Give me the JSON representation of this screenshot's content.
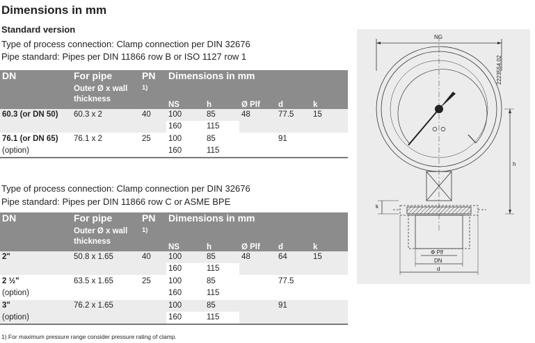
{
  "page": {
    "title": "Dimensions in mm",
    "subtitle": "Standard version"
  },
  "section1": {
    "connection": "Type of process connection: Clamp connection per DIN 32676",
    "pipe_standard": "Pipe standard: Pipes per DIN 11866 row B or ISO 1127 row 1",
    "header": {
      "dn": "DN",
      "for_pipe": "For pipe",
      "outer_wall": "Outer Ø x wall thickness",
      "pn": "PN",
      "pn_note": "1)",
      "dimensions": "Dimensions in mm",
      "ns": "NS",
      "h": "h",
      "plf": "Ø Plf",
      "d": "d",
      "k": "k"
    },
    "rows": [
      {
        "dn": "60.3 (or DN 50)",
        "pipe": "60.3 x 2",
        "pn": "40",
        "ns": "100",
        "h": "85",
        "plf": "48",
        "d": "77.5",
        "k": "15"
      },
      {
        "ns": "160",
        "h": "115"
      },
      {
        "dn": "76.1 (or DN 65)",
        "pipe": "76.1 x 2",
        "pn": "25",
        "ns": "100",
        "h": "85",
        "d": "91"
      },
      {
        "dn": "(option)",
        "ns": "160",
        "h": "115"
      }
    ]
  },
  "section2": {
    "connection": "Type of process connection: Clamp connection per DIN 32676",
    "pipe_standard": "Pipe standard: Pipes per DIN 11866 row C or ASME BPE",
    "header": {
      "dn": "DN",
      "for_pipe": "For pipe",
      "outer_wall": "Outer Ø x wall thickness",
      "pn": "PN",
      "pn_note": "1)",
      "dimensions": "Dimensions in mm",
      "ns": "NS",
      "h": "h",
      "plf": "Ø Plf",
      "d": "d",
      "k": "k"
    },
    "rows": [
      {
        "dn": "2\"",
        "pipe": "50.8 x 1.65",
        "pn": "40",
        "ns": "100",
        "h": "85",
        "plf": "48",
        "d": "64",
        "k": "15"
      },
      {
        "ns": "160",
        "h": "115"
      },
      {
        "dn": "2 ½\"",
        "pipe": "63.5 x 1.65",
        "pn": "25",
        "ns": "100",
        "h": "85",
        "d": "77.5"
      },
      {
        "dn": "(option)",
        "ns": "160",
        "h": "115"
      },
      {
        "dn": "3\"",
        "pipe": "76.2 x 1.65",
        "ns": "100",
        "h": "85",
        "d": "91"
      },
      {
        "dn": "(option)",
        "ns": "160",
        "h": "115"
      }
    ]
  },
  "footnote": "1) For maximum pressure range consider pressure rating of clamp.",
  "drawing": {
    "label_ng": "NG",
    "label_h": "h",
    "label_k": "k",
    "label_plf": "Φ Plf",
    "label_dn": "DN",
    "label_d": "d",
    "doc_number": "2223554.02"
  }
}
